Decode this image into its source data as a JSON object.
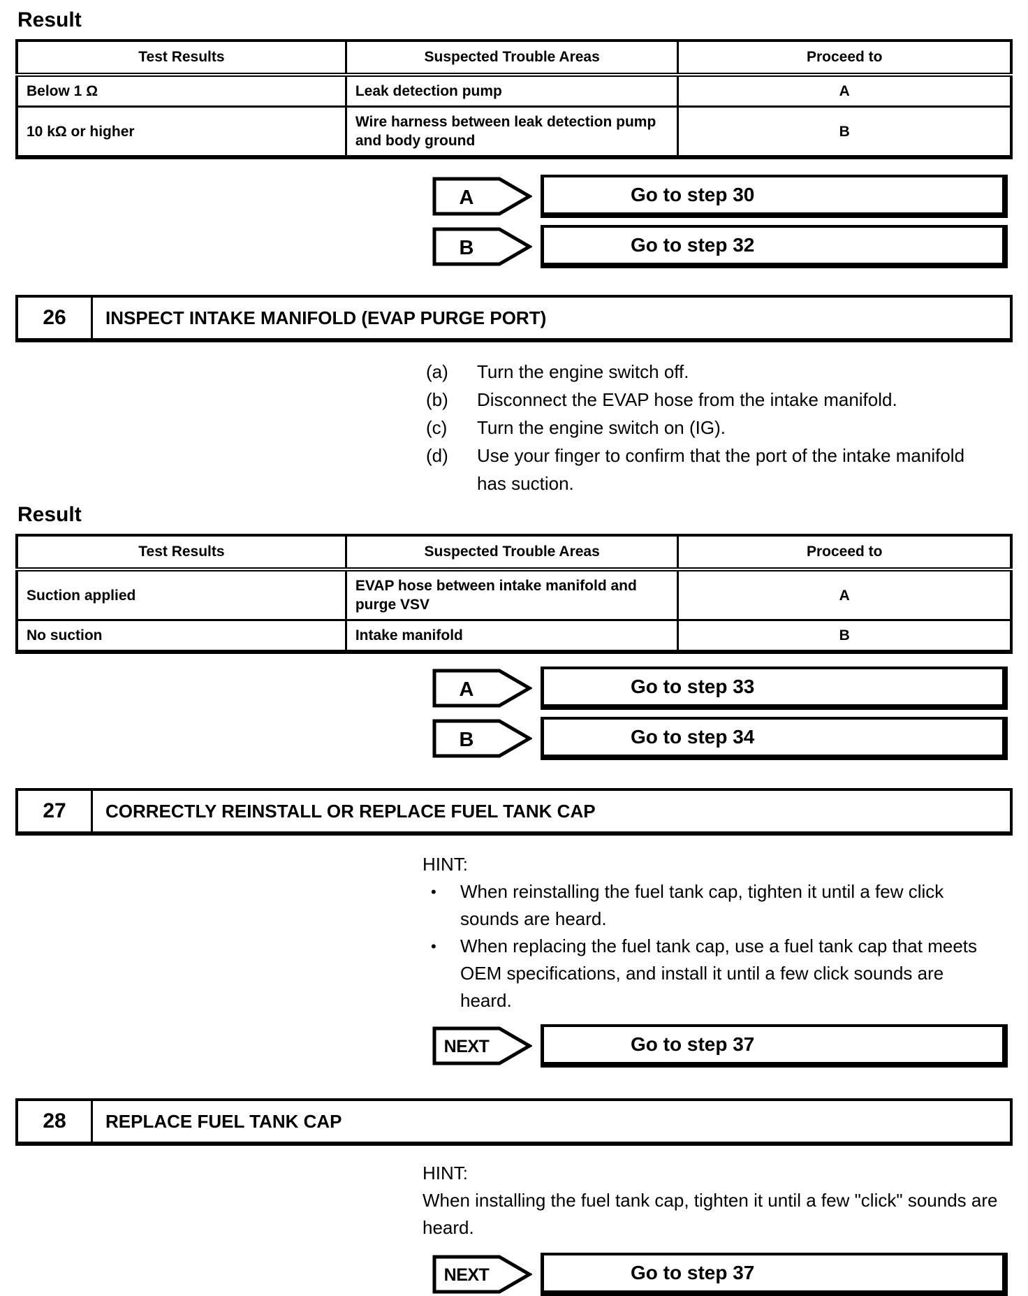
{
  "colors": {
    "ink": "#000000",
    "paper": "#ffffff"
  },
  "result_tables": [
    {
      "section_heading": "Result",
      "headers": [
        "Test Results",
        "Suspected Trouble Areas",
        "Proceed to"
      ],
      "rows": [
        [
          "Below 1 Ω",
          "Leak detection pump",
          "A"
        ],
        [
          "10 kΩ or higher",
          "Wire harness between leak detection pump and body ground",
          "B"
        ]
      ]
    },
    {
      "section_heading": "Result",
      "headers": [
        "Test Results",
        "Suspected Trouble Areas",
        "Proceed to"
      ],
      "rows": [
        [
          "Suction applied",
          "EVAP hose between intake manifold and purge VSV",
          "A"
        ],
        [
          "No suction",
          "Intake manifold",
          "B"
        ]
      ]
    }
  ],
  "routings": {
    "table1": [
      {
        "label": "A",
        "action": "Go to step 30"
      },
      {
        "label": "B",
        "action": "Go to step 32"
      }
    ],
    "table2": [
      {
        "label": "A",
        "action": "Go to step 33"
      },
      {
        "label": "B",
        "action": "Go to step 34"
      }
    ],
    "step27": [
      {
        "label": "NEXT",
        "action": "Go to step 37"
      }
    ],
    "step28": [
      {
        "label": "NEXT",
        "action": "Go to step 37"
      }
    ]
  },
  "steps": [
    {
      "number": "26",
      "title": "INSPECT INTAKE MANIFOLD (EVAP PURGE PORT)"
    },
    {
      "number": "27",
      "title": "CORRECTLY REINSTALL OR REPLACE FUEL TANK CAP"
    },
    {
      "number": "28",
      "title": "REPLACE FUEL TANK CAP"
    }
  ],
  "procedure_26": {
    "items": [
      {
        "label": "(a)",
        "text": "Turn the engine switch off."
      },
      {
        "label": "(b)",
        "text": "Disconnect the EVAP hose from the intake manifold."
      },
      {
        "label": "(c)",
        "text": "Turn the engine switch on (IG)."
      },
      {
        "label": "(d)",
        "text": "Use your finger to confirm that the port of the intake manifold has suction."
      }
    ]
  },
  "hints": {
    "step27": {
      "title": "HINT:",
      "bullet_char": "•",
      "bullets": [
        "When reinstalling the fuel tank cap, tighten it until a few click sounds are heard.",
        "When replacing the fuel tank cap, use a fuel tank cap that meets OEM specifications, and install it until a few click sounds are heard."
      ]
    },
    "step28": {
      "title": "HINT:",
      "text": "When installing the fuel tank cap, tighten it until a few \"click\" sounds are heard."
    }
  }
}
